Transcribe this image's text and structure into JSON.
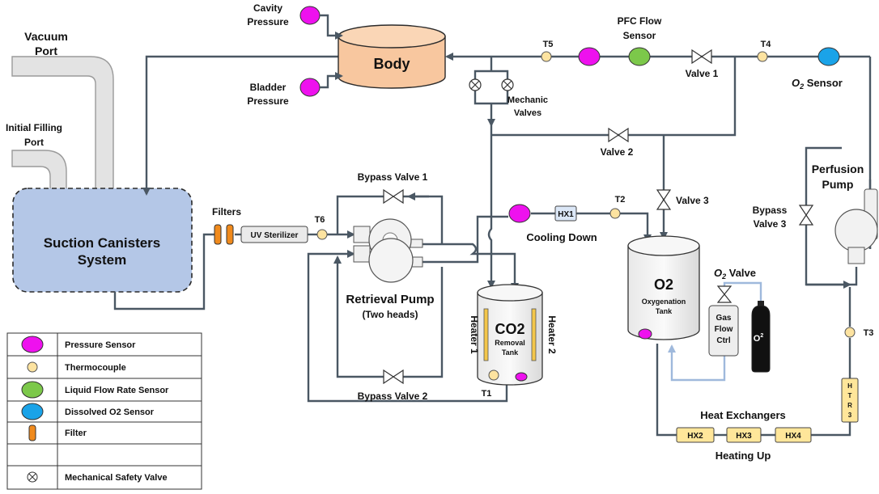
{
  "labels": {
    "vacuum_port_1": "Vacuum",
    "vacuum_port_2": "Port",
    "initial_filling_1": "Initial Filling",
    "initial_filling_2": "Port",
    "cavity_pressure_1": "Cavity",
    "cavity_pressure_2": "Pressure",
    "bladder_pressure_1": "Bladder",
    "bladder_pressure_2": "Pressure",
    "body": "Body",
    "suction_1": "Suction Canisters",
    "suction_2": "System",
    "filters": "Filters",
    "uv_sterilizer": "UV Sterilizer",
    "t1": "T1",
    "t2": "T2",
    "t3": "T3",
    "t4": "T4",
    "t5": "T5",
    "t6": "T6",
    "pfc_flow_1": "PFC Flow",
    "pfc_flow_2": "Sensor",
    "valve_1": "Valve 1",
    "valve_2": "Valve 2",
    "valve_3": "Valve 3",
    "o2_sensor_sym": "O",
    "o2_sensor_sub": "2",
    "o2_sensor_rest": " Sensor",
    "mechanic_valves_1": "Mechanic",
    "mechanic_valves_2": "Valves",
    "bypass_valve_1": "Bypass Valve 1",
    "bypass_valve_2": "Bypass Valve 2",
    "bypass_valve_3_1": "Bypass",
    "bypass_valve_3_2": "Valve 3",
    "retrieval_pump_1": "Retrieval Pump",
    "retrieval_pump_2": "(Two heads)",
    "hx1": "HX1",
    "cooling_down": "Cooling Down",
    "co2": "CO2",
    "removal_1": "Removal",
    "removal_2": "Tank",
    "heater_1": "Heater 1",
    "heater_2": "Heater 2",
    "o2_tank": "O2",
    "oxygenation_1": "Oxygenation",
    "oxygenation_2": "Tank",
    "o2_valve_sym": "O",
    "o2_valve_sub": "2",
    "o2_valve_rest": " Valve",
    "gas_flow_1": "Gas",
    "gas_flow_2": "Flow",
    "gas_flow_3": "Ctrl",
    "cylinder_o": "O",
    "cylinder_sup": "2",
    "perfusion_1": "Perfusion",
    "perfusion_2": "Pump",
    "htr_h": "H",
    "htr_t": "T",
    "htr_r": "R",
    "htr_3": "3",
    "heat_exchangers": "Heat Exchangers",
    "hx2": "HX2",
    "hx3": "HX3",
    "hx4": "HX4",
    "heating_up": "Heating Up"
  },
  "legend": [
    {
      "label": "Pressure Sensor",
      "icon": "pressure-sensor"
    },
    {
      "label": "Thermocouple",
      "icon": "thermocouple"
    },
    {
      "label": "Liquid Flow Rate Sensor",
      "icon": "flow-sensor"
    },
    {
      "label": "Dissolved O2 Sensor",
      "icon": "o2-sensor"
    },
    {
      "label": "Filter",
      "icon": "filter"
    },
    {
      "label": "Mechanical Safety Valve",
      "icon": "safety-valve"
    }
  ],
  "colors": {
    "pressure_sensor": "#ee11ee",
    "thermocouple": "#fde3a0",
    "flow_sensor": "#7cc84a",
    "o2_sensor": "#1aa3e8",
    "filter": "#f08a1c",
    "body_fill": "#f8c79f",
    "suction_fill": "#b4c7e7",
    "tank_fill": "#f2f2f2",
    "hx_fill": "#ffe69a",
    "pipe": "#4a5763",
    "gas_line": "#9fb9dc"
  }
}
